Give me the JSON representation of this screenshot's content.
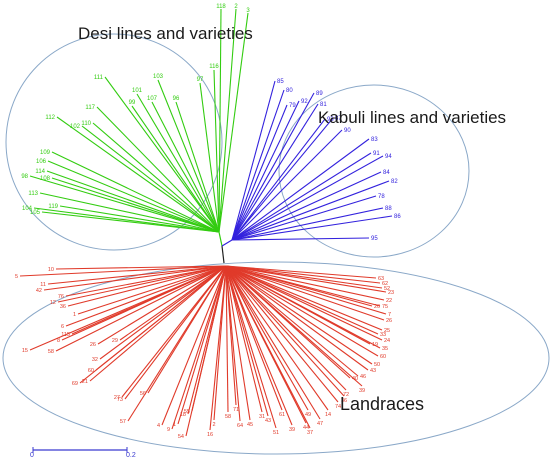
{
  "groups": {
    "desi": {
      "label": "Desi lines and varieties",
      "color": "#33cc11",
      "leaves": [
        "118",
        "2",
        "3",
        "116",
        "111",
        "103",
        "97",
        "101",
        "107",
        "96",
        "117",
        "99",
        "112",
        "102",
        "110",
        "109",
        "106",
        "114",
        "98",
        "108",
        "113",
        "104",
        "105",
        "119"
      ]
    },
    "kabuli": {
      "label": "Kabuli lines and varieties",
      "color": "#3322dd",
      "leaves": [
        "85",
        "80",
        "89",
        "79",
        "92",
        "81",
        "93",
        "87",
        "90",
        "83",
        "91",
        "94",
        "84",
        "82",
        "78",
        "88",
        "86",
        "95"
      ]
    },
    "landraces": {
      "label": "Landraces",
      "color": "#e03a2a",
      "leaves": [
        "10",
        "5",
        "11",
        "42",
        "76",
        "12",
        "36",
        "1",
        "6",
        "115",
        "8",
        "15",
        "58",
        "26",
        "29",
        "32",
        "60",
        "21",
        "69",
        "27",
        "73",
        "56",
        "57",
        "4",
        "9",
        "1",
        "18",
        "55",
        "54",
        "16",
        "2",
        "58",
        "71",
        "64",
        "45",
        "31",
        "43",
        "61",
        "51",
        "39",
        "49",
        "44",
        "37",
        "47",
        "14",
        "74",
        "36",
        "72",
        "40",
        "46",
        "43",
        "50",
        "60",
        "35",
        "24",
        "25",
        "26",
        "7",
        "75",
        "22",
        "23",
        "52",
        "62",
        "63",
        "20",
        "33",
        "19",
        "39"
      ]
    }
  },
  "scale_bar": {
    "start_label": "0",
    "end_label": "0.2"
  },
  "colors": {
    "ellipse": "#8aa8c8",
    "root": "#222222"
  }
}
